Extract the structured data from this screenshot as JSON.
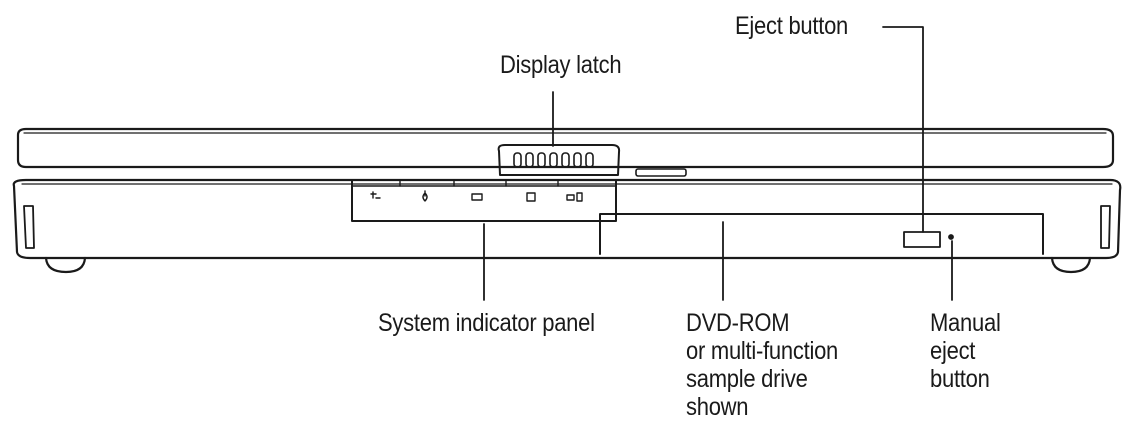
{
  "labels": {
    "eject_button": "Eject button",
    "display_latch": "Display latch",
    "system_indicator_panel": "System indicator panel",
    "drive": [
      "DVD-ROM",
      "or multi-function",
      "sample drive",
      "shown"
    ],
    "manual_eject": [
      "Manual",
      "eject",
      "button"
    ]
  }
}
